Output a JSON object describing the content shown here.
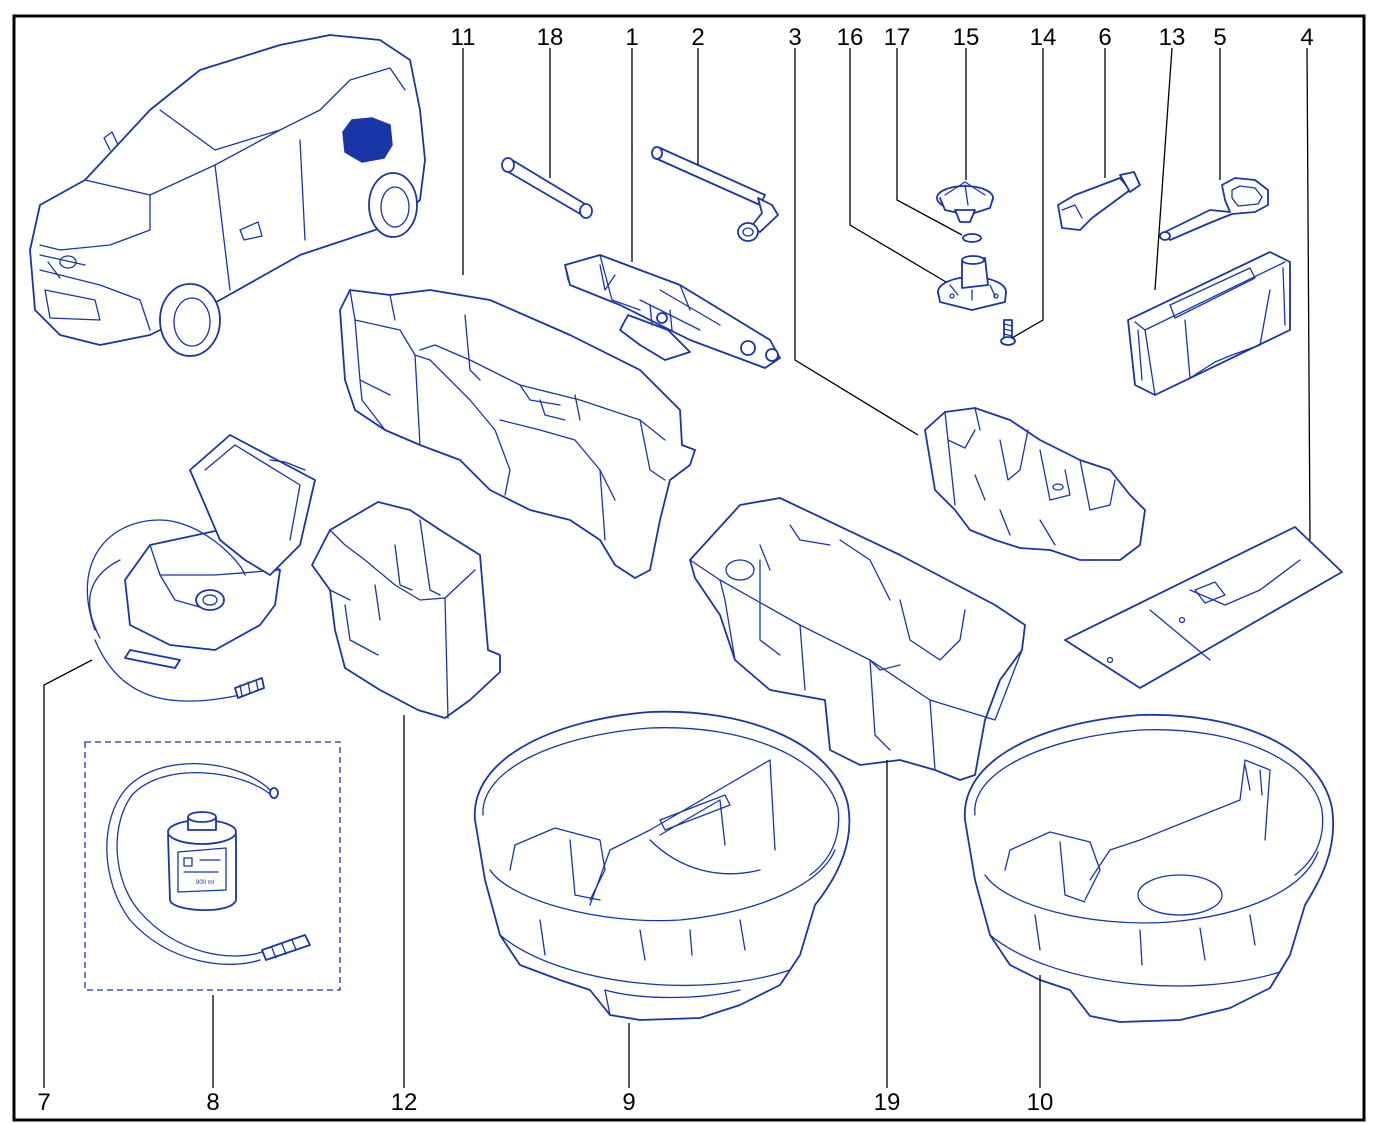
{
  "callouts": {
    "c11": "11",
    "c18": "18",
    "c1": "1",
    "c2": "2",
    "c3": "3",
    "c16": "16",
    "c17": "17",
    "c15": "15",
    "c14": "14",
    "c6": "6",
    "c13": "13",
    "c5": "5",
    "c4": "4",
    "c7": "7",
    "c8": "8",
    "c12": "12",
    "c9": "9",
    "c19": "19",
    "c10": "10"
  },
  "bottle_label": "900 ml",
  "colors": {
    "line": "#1a35a8",
    "frame": "#000000",
    "background": "#ffffff"
  }
}
